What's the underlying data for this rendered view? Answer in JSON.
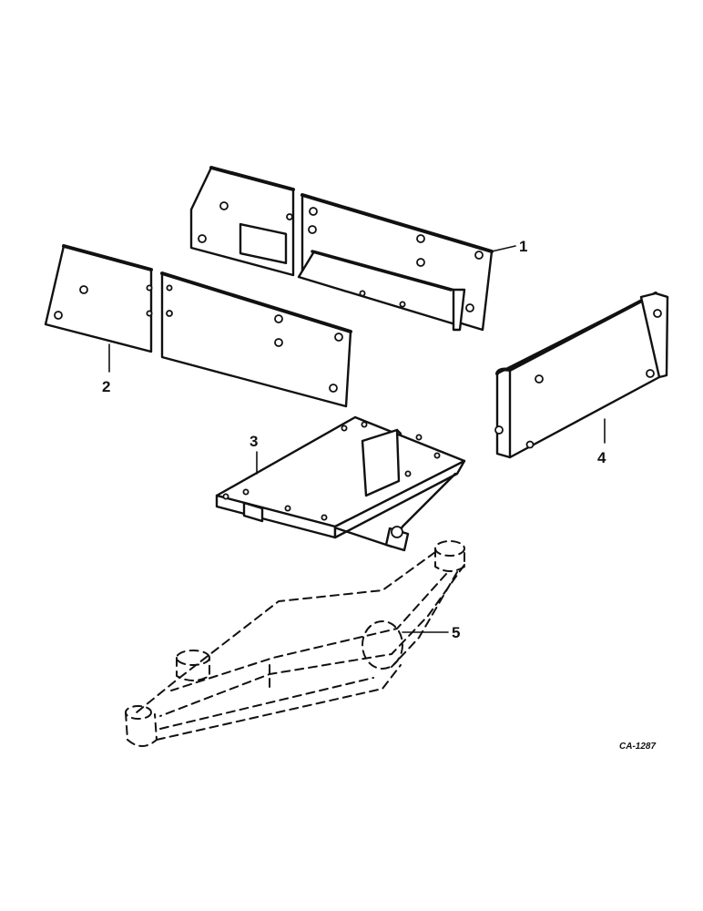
{
  "callouts": [
    {
      "id": "1",
      "label": "1"
    },
    {
      "id": "2",
      "label": "2"
    },
    {
      "id": "3",
      "label": "3"
    },
    {
      "id": "4",
      "label": "4"
    },
    {
      "id": "5",
      "label": "5"
    }
  ],
  "drawing_code": "CA-1287"
}
